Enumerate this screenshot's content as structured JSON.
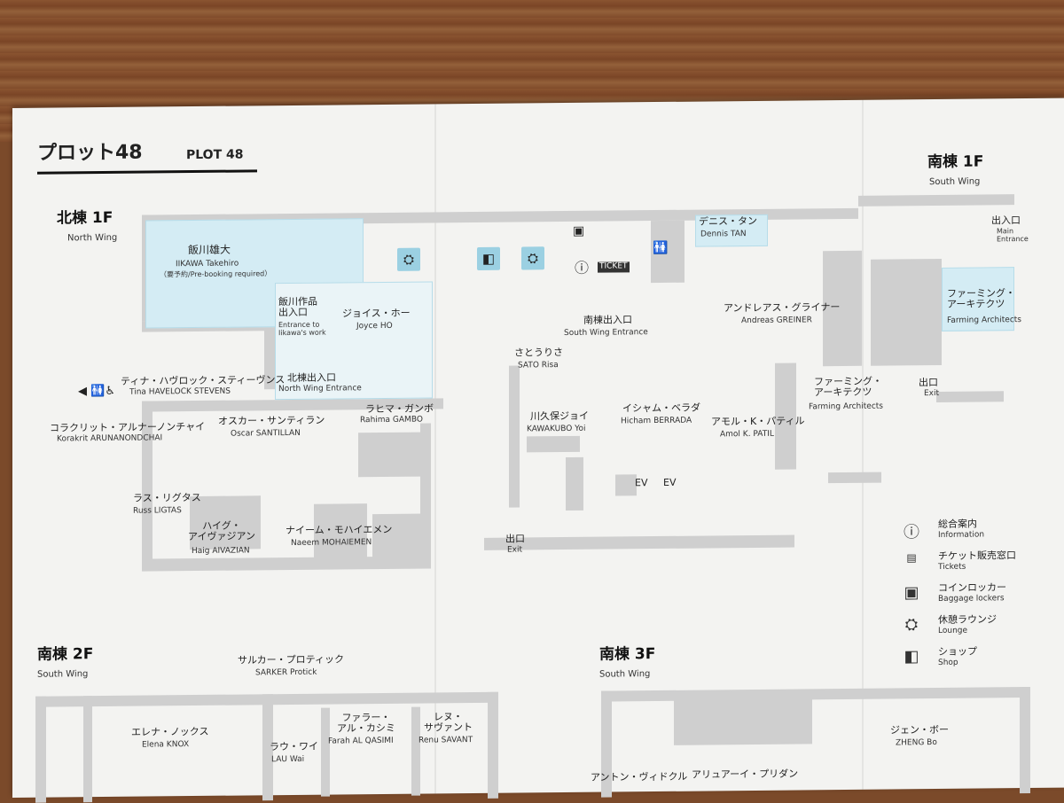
{
  "header": {
    "title_jp": "プロット48",
    "title_en": "PLOT 48"
  },
  "north_1f": {
    "title": "北棟 1F",
    "subtitle": "North Wing"
  },
  "south_1f": {
    "title": "南棟 1F",
    "subtitle": "South Wing"
  },
  "south_2f": {
    "title": "南棟 2F",
    "subtitle": "South Wing"
  },
  "south_3f": {
    "title": "南棟 3F",
    "subtitle": "South Wing"
  },
  "rooms": {
    "iikawa": {
      "jp": "飯川雄大",
      "en": "IIKAWA Takehiro",
      "note": "（要予約/Pre-booking required）"
    },
    "iikawa_entrance": {
      "jp": "飯川作品\n出入口",
      "en": "Entrance to\nIikawa's work"
    },
    "joyce": {
      "jp": "ジョイス・ホー",
      "en": "Joyce HO"
    },
    "north_entrance": {
      "jp": "北棟出入口",
      "en": "North Wing Entrance"
    },
    "tina": {
      "jp": "ティナ・ハヴロック・スティーヴンス",
      "en": "Tina HAVELOCK STEVENS"
    },
    "korakrit": {
      "jp": "コラクリット・アルナーノンチャイ",
      "en": "Korakrit ARUNANONDCHAI"
    },
    "oscar": {
      "jp": "オスカー・サンティラン",
      "en": "Oscar SANTILLAN"
    },
    "rahima": {
      "jp": "ラヒマ・ガンボ",
      "en": "Rahima GAMBO"
    },
    "russ": {
      "jp": "ラス・リグタス",
      "en": "Russ LIGTAS"
    },
    "haig": {
      "jp": "ハイグ・\nアイヴァジアン",
      "en": "Haig AIVAZIAN"
    },
    "naeem": {
      "jp": "ナイーム・モハイエメン",
      "en": "Naeem MOHAIEMEN"
    },
    "south_entrance": {
      "jp": "南棟出入口",
      "en": "South Wing Entrance"
    },
    "sato": {
      "jp": "さとうりさ",
      "en": "SATO Risa"
    },
    "kawakubo": {
      "jp": "川久保ジョイ",
      "en": "KAWAKUBO Yoi"
    },
    "hicham": {
      "jp": "イシャム・ベラダ",
      "en": "Hicham BERRADA"
    },
    "amol": {
      "jp": "アモル・K・パティル",
      "en": "Amol K. PATIL"
    },
    "dennis": {
      "jp": "デニス・タン",
      "en": "Dennis TAN"
    },
    "andreas": {
      "jp": "アンドレアス・グライナー",
      "en": "Andreas GREINER"
    },
    "farming1": {
      "jp": "ファーミング・\nアーキテクツ",
      "en": "Farming Architects"
    },
    "farming2": {
      "jp": "ファーミング・\nアーキテクツ",
      "en": "Farming Architects"
    },
    "main_entrance": {
      "jp": "出入口",
      "en": "Main\nEntrance"
    },
    "exit_right": {
      "jp": "出口",
      "en": "Exit"
    },
    "exit_bottom": {
      "jp": "出口",
      "en": "Exit"
    },
    "ev1": "EV",
    "ev2": "EV",
    "sarker": {
      "jp": "サルカー・プロティック",
      "en": "SARKER Protick"
    },
    "elena": {
      "jp": "エレナ・ノックス",
      "en": "Elena KNOX"
    },
    "lau": {
      "jp": "ラウ・ワイ",
      "en": "LAU Wai"
    },
    "farah": {
      "jp": "ファラー・\nアル・カシミ",
      "en": "Farah AL QASIMI"
    },
    "renu": {
      "jp": "レヌ・\nサヴァント",
      "en": "Renu SAVANT"
    },
    "zheng": {
      "jp": "ジェン・ボー",
      "en": "ZHENG Bo"
    },
    "anton": {
      "jp": "アントン・ヴィドクル",
      "en": ""
    },
    "aliya": {
      "jp": "アリュアーイ・プリダン",
      "en": ""
    }
  },
  "legend": [
    {
      "icon": "info-icon",
      "jp": "総合案内",
      "en": "Information"
    },
    {
      "icon": "ticket-icon",
      "jp": "チケット販売窓口",
      "en": "Tickets"
    },
    {
      "icon": "locker-icon",
      "jp": "コインロッカー",
      "en": "Baggage lockers"
    },
    {
      "icon": "lounge-icon",
      "jp": "休憩ラウンジ",
      "en": "Lounge"
    },
    {
      "icon": "shop-icon",
      "jp": "ショップ",
      "en": "Shop"
    }
  ],
  "colors": {
    "wall": "#cfcfcf",
    "zone": "#d4ecf4",
    "accent": "#9bd0e2",
    "paper": "#f3f3f1"
  }
}
